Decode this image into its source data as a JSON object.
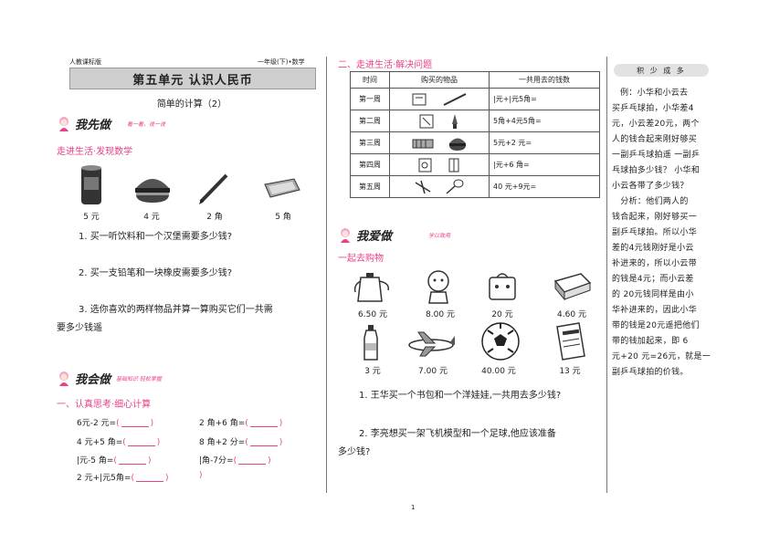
{
  "header": {
    "edition": "人教课标版",
    "grade": "一年级(下)•数学"
  },
  "title": "第五单元 认识人民币",
  "subtitle": "简单的计算（2）",
  "section1": {
    "heading": "我先做",
    "heading_note": "看一看，说一说",
    "sub": "走进生活·发现数学",
    "items": [
      {
        "icon": "drink-can-icon",
        "price": "5 元"
      },
      {
        "icon": "hamburger-icon",
        "price": "4 元"
      },
      {
        "icon": "pencil-icon",
        "price": "2 角"
      },
      {
        "icon": "eraser-icon",
        "price": "5 角"
      }
    ],
    "questions": [
      "1. 买一听饮料和一个汉堡需要多少钱?",
      "2. 买一支铅笔和一块橡皮需要多少钱?",
      "3. 选你喜欢的两样物品并算一算购买它们一共需",
      "要多少钱遥"
    ]
  },
  "section2": {
    "heading": "我会做",
    "heading_note": "基础知识 轻松掌握",
    "sub": "一、认真思考·细心计算",
    "exercises": [
      [
        "6元-2 元=",
        "2 角+6 角="
      ],
      [
        "4 元+5 角=",
        "8 角+2 分="
      ],
      [
        "|元-5 角=",
        "|角-7分="
      ],
      [
        "2 元+|元5角=",
        ""
      ]
    ],
    "bracket_open": "(",
    "bracket_close": ")"
  },
  "table_section": {
    "heading": "二、走进生活·解决问题",
    "headers": [
      "时间",
      "购买的物品",
      "一共用去的钱数"
    ],
    "rows": [
      {
        "week": "第一周",
        "total": "|元+|元5角=",
        "icons": [
          "book-icon",
          "pencil-icon"
        ]
      },
      {
        "week": "第二周",
        "total": "5角+4元5角=",
        "icons": [
          "notebook-icon",
          "pen-icon"
        ]
      },
      {
        "week": "第三周",
        "total": "5元+2 元=",
        "icons": [
          "harmonica-icon",
          "hamburger-icon"
        ]
      },
      {
        "week": "第四周",
        "total": "|元+6 角=",
        "icons": [
          "notebook-icon",
          "pencil-case-icon"
        ]
      },
      {
        "week": "第五周",
        "total": "40 元+9元=",
        "icons": [
          "plane-toy-icon",
          "badminton-icon"
        ]
      }
    ]
  },
  "section3": {
    "heading": "我爱做",
    "heading_note": "学以致用",
    "sub": "一起去购物",
    "goods_row1": [
      {
        "icon": "teapot-icon",
        "price": "6.50 元"
      },
      {
        "icon": "doll-icon",
        "price": "8.00 元"
      },
      {
        "icon": "schoolbag-icon",
        "price": "20 元"
      },
      {
        "icon": "pencil-box-icon",
        "price": "4.60 元"
      }
    ],
    "goods_row2": [
      {
        "icon": "bottle-icon",
        "price": "3 元"
      },
      {
        "icon": "airplane-icon",
        "price": "7.00 元"
      },
      {
        "icon": "soccer-ball-icon",
        "price": "40.00 元"
      },
      {
        "icon": "book-icon",
        "price": "13 元"
      }
    ],
    "questions": [
      "1. 王华买一个书包和一个洋娃娃,一共用去多少钱?",
      "2. 李亮想买一架飞机模型和一个足球,他应该准备",
      "多少钱?"
    ]
  },
  "sidebar": {
    "heading": "积 少 成 多",
    "lines": [
      "例：小华和小云去",
      "买乒乓球拍，小华差4",
      "元，小云差20元，两个",
      "人的钱合起来刚好够买",
      "一副乒乓球拍遥 一副乒",
      "乓球拍多少钱？ 小华和",
      "小云各带了多少钱？",
      "　分析：他们两人的",
      "钱合起来，刚好够买一",
      "副乒乓球拍。所以小华",
      "差的4元钱刚好是小云",
      "补进来的，所以小云带",
      "的钱是4元；而小云差",
      "的 20元钱同样是由小",
      "华补进来的，因此小华",
      "带的钱是20元遥把他们",
      "带的钱加起来，即 6",
      "元+20 元=26元，就是一",
      "副乒乓球拍的价钱。"
    ]
  },
  "page_number": "1"
}
